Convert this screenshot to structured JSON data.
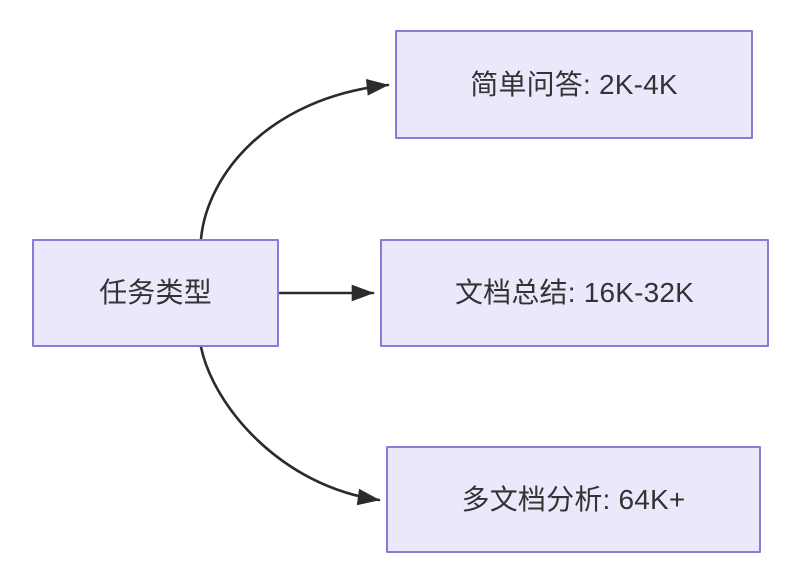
{
  "diagram": {
    "type": "flowchart",
    "direction": "left-to-right",
    "background_color": "#ffffff",
    "node_fill_color": "#ebe8fb",
    "node_border_color": "#8c79d8",
    "node_text_color": "#333333",
    "edge_color": "#2b2b2b",
    "root": {
      "id": "root",
      "label": "任务类型"
    },
    "branches": [
      {
        "id": "simple",
        "label": "简单问答: 2K-4K",
        "task": "简单问答",
        "range": "2K-4K",
        "edge_style": "curved"
      },
      {
        "id": "summary",
        "label": "文档总结: 16K-32K",
        "task": "文档总结",
        "range": "16K-32K",
        "edge_style": "straight"
      },
      {
        "id": "multi",
        "label": "多文档分析: 64K+",
        "task": "多文档分析",
        "range": "64K+",
        "edge_style": "curved"
      }
    ]
  }
}
